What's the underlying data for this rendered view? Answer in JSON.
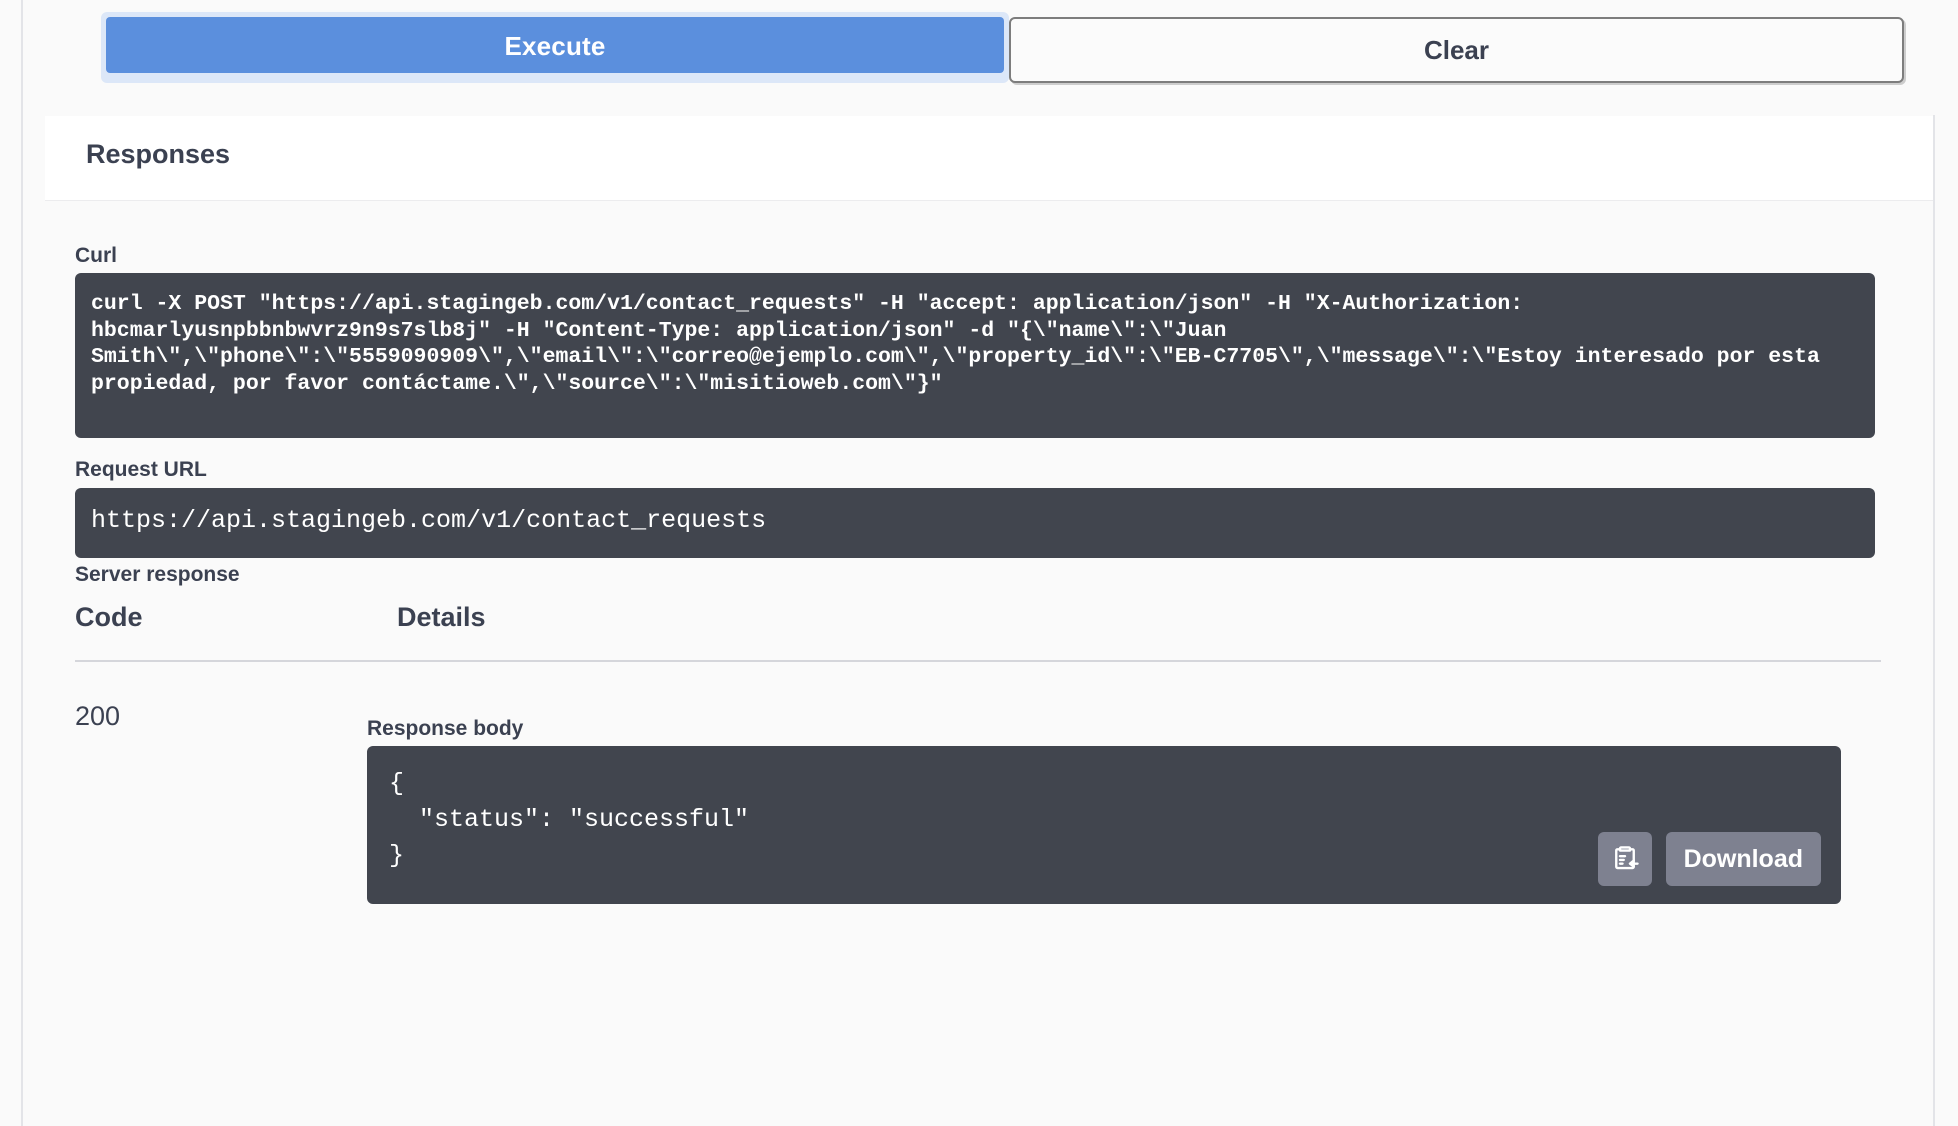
{
  "actions": {
    "execute_label": "Execute",
    "clear_label": "Clear"
  },
  "responses": {
    "title": "Responses",
    "curl": {
      "label": "Curl",
      "command": "curl -X POST \"https://api.stagingeb.com/v1/contact_requests\" -H \"accept: application/json\" -H \"X-Authorization: hbcmarlyusnpbbnbwvrz9n9s7slb8j\" -H \"Content-Type: application/json\" -d \"{\\\"name\\\":\\\"Juan Smith\\\",\\\"phone\\\":\\\"5559090909\\\",\\\"email\\\":\\\"correo@ejemplo.com\\\",\\\"property_id\\\":\\\"EB-C7705\\\",\\\"message\\\":\\\"Estoy interesado por esta propiedad, por favor contáctame.\\\",\\\"source\\\":\\\"misitioweb.com\\\"}\""
    },
    "request_url": {
      "label": "Request URL",
      "value": "https://api.stagingeb.com/v1/contact_requests"
    },
    "server_response": {
      "label": "Server response",
      "columns": {
        "code": "Code",
        "details": "Details"
      },
      "rows": [
        {
          "code": "200",
          "response_body_label": "Response body",
          "response_body": "{\n  \"status\": \"successful\"\n}",
          "copy_label": "copy-to-clipboard-icon",
          "download_label": "Download"
        }
      ]
    }
  },
  "colors": {
    "accent": "#5b8fdd",
    "code_bg": "#41454e",
    "text": "#3b4151",
    "action_btn": "#7e8190"
  }
}
